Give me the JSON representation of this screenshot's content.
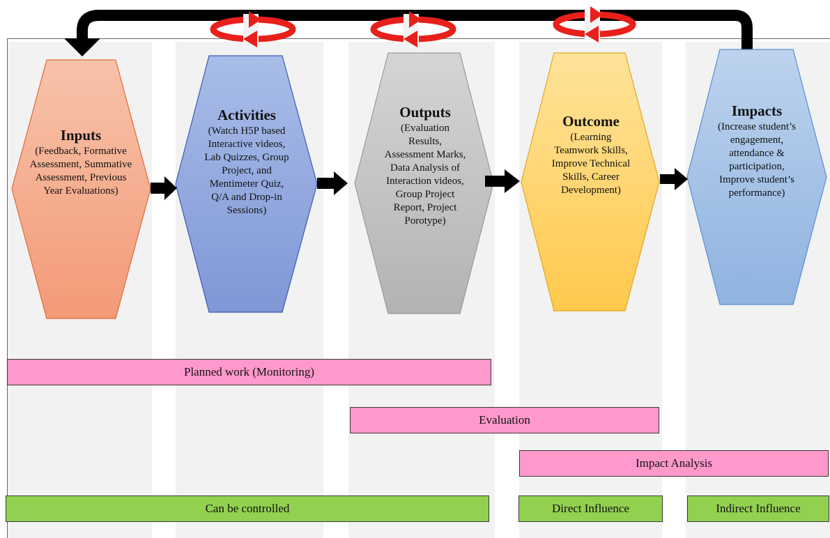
{
  "stages": [
    {
      "title": "Inputs",
      "detail": "(Feedback, Formative Assessment, Summative Assessment, Previous Year Evaluations)"
    },
    {
      "title": "Activities",
      "detail": "(Watch H5P based Interactive videos, Lab Quizzes, Group Project, and Mentimeter Quiz, Q/A and Drop-in Sessions)"
    },
    {
      "title": "Outputs",
      "detail": "(Evaluation Results, Assessment Marks, Data Analysis of Interaction videos, Group Project Report, Project Porotype)"
    },
    {
      "title": "Outcome",
      "detail": "(Learning Teamwork Skills, Improve Technical Skills, Career Development)"
    },
    {
      "title": "Impacts",
      "detail": "(Increase student’s engagement, attendance & participation, Improve student’s performance)"
    }
  ],
  "bars": {
    "planned_work": "Planned work (Monitoring)",
    "evaluation": "Evaluation",
    "impact_analysis": "Impact Analysis",
    "can_be_controlled": "Can be controlled",
    "direct_influence": "Direct Influence",
    "indirect_influence": "Indirect Influence"
  },
  "colors": {
    "inputs": "#f4a582",
    "activities": "#8ea6dc",
    "outputs": "#c4c4c4",
    "outcome": "#ffd36b",
    "impacts": "#a4c2e6",
    "pink_bar": "#ff99cc",
    "green_bar": "#92d050",
    "cycle_arrow": "#e8201b",
    "flow_arrow": "#000000"
  }
}
